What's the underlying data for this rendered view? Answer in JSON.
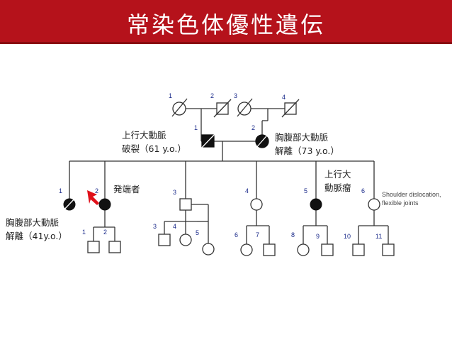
{
  "header": {
    "title": "常染色体優性遺伝"
  },
  "pedigree": {
    "gen1": [
      "1",
      "2",
      "3",
      "4"
    ],
    "gen2": [
      "1",
      "2"
    ],
    "gen3": [
      "1",
      "2",
      "3",
      "4",
      "5",
      "6"
    ],
    "gen4": [
      "1",
      "2",
      "3",
      "4",
      "5",
      "6",
      "7",
      "8",
      "9",
      "10",
      "11"
    ]
  },
  "annotations": {
    "father_line1": "上行大動脈",
    "father_line2": "破裂（61 y.o.）",
    "mother_line1": "胸腹部大動脈",
    "mother_line2": "解離（73 y.o.）",
    "proband": "発端者",
    "g3_5_line1": "上行大",
    "g3_5_line2": "動脈瘤",
    "g3_1_line1": "胸腹部大動脈",
    "g3_1_line2": "解離（41y.o.）",
    "g3_6_line1": "Shoulder dislocation,",
    "g3_6_line2": "flexible joints"
  },
  "colors": {
    "banner": "#b5121b",
    "number_text": "#1a2a8a",
    "proband_arrow": "#e0101a"
  }
}
